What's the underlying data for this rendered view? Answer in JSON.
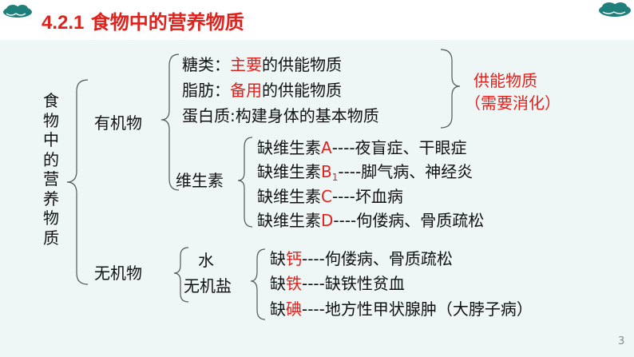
{
  "header": {
    "section_number": "4.2.1",
    "title_text": "食物中的营养物质"
  },
  "root": {
    "label": "食物中的营养物质"
  },
  "organic": {
    "label": "有机物",
    "energy": [
      {
        "prefix": "糖类：",
        "highlight": "主要",
        "suffix": "的供能物质"
      },
      {
        "prefix": "脂肪：",
        "highlight": "备用",
        "suffix": "的供能物质"
      },
      {
        "prefix": "蛋白质:构建身体的基本物质",
        "highlight": "",
        "suffix": ""
      }
    ],
    "energy_note": {
      "line1": "供能物质",
      "line2": "（需要消化）"
    },
    "vitamin": {
      "label": "维生素",
      "items": [
        {
          "prefix": "缺维生素",
          "highlight": "A",
          "sub": "",
          "suffix": "----夜盲症、干眼症"
        },
        {
          "prefix": "缺维生素",
          "highlight": "B",
          "sub": "1",
          "suffix": "----脚气病、神经炎"
        },
        {
          "prefix": "缺维生素",
          "highlight": "C",
          "sub": "",
          "suffix": "----坏血病"
        },
        {
          "prefix": "缺维生素",
          "highlight": "D",
          "sub": "",
          "suffix": "----佝偻病、骨质疏松"
        }
      ]
    }
  },
  "inorganic": {
    "label": "无机物",
    "water": "水",
    "salt": {
      "label": "无机盐",
      "items": [
        {
          "prefix": "缺",
          "highlight": "钙",
          "suffix": "----佝偻病、骨质疏松"
        },
        {
          "prefix": "缺",
          "highlight": "铁",
          "suffix": "----缺铁性贫血"
        },
        {
          "prefix": "缺",
          "highlight": "碘",
          "suffix": "----地方性甲状腺肿（大脖子病）"
        }
      ]
    }
  },
  "page_number": "3",
  "colors": {
    "background": "#eef7f6",
    "accent_red": "#e0211c",
    "cloud": "#1f7f7b",
    "bracket": "#555555"
  }
}
